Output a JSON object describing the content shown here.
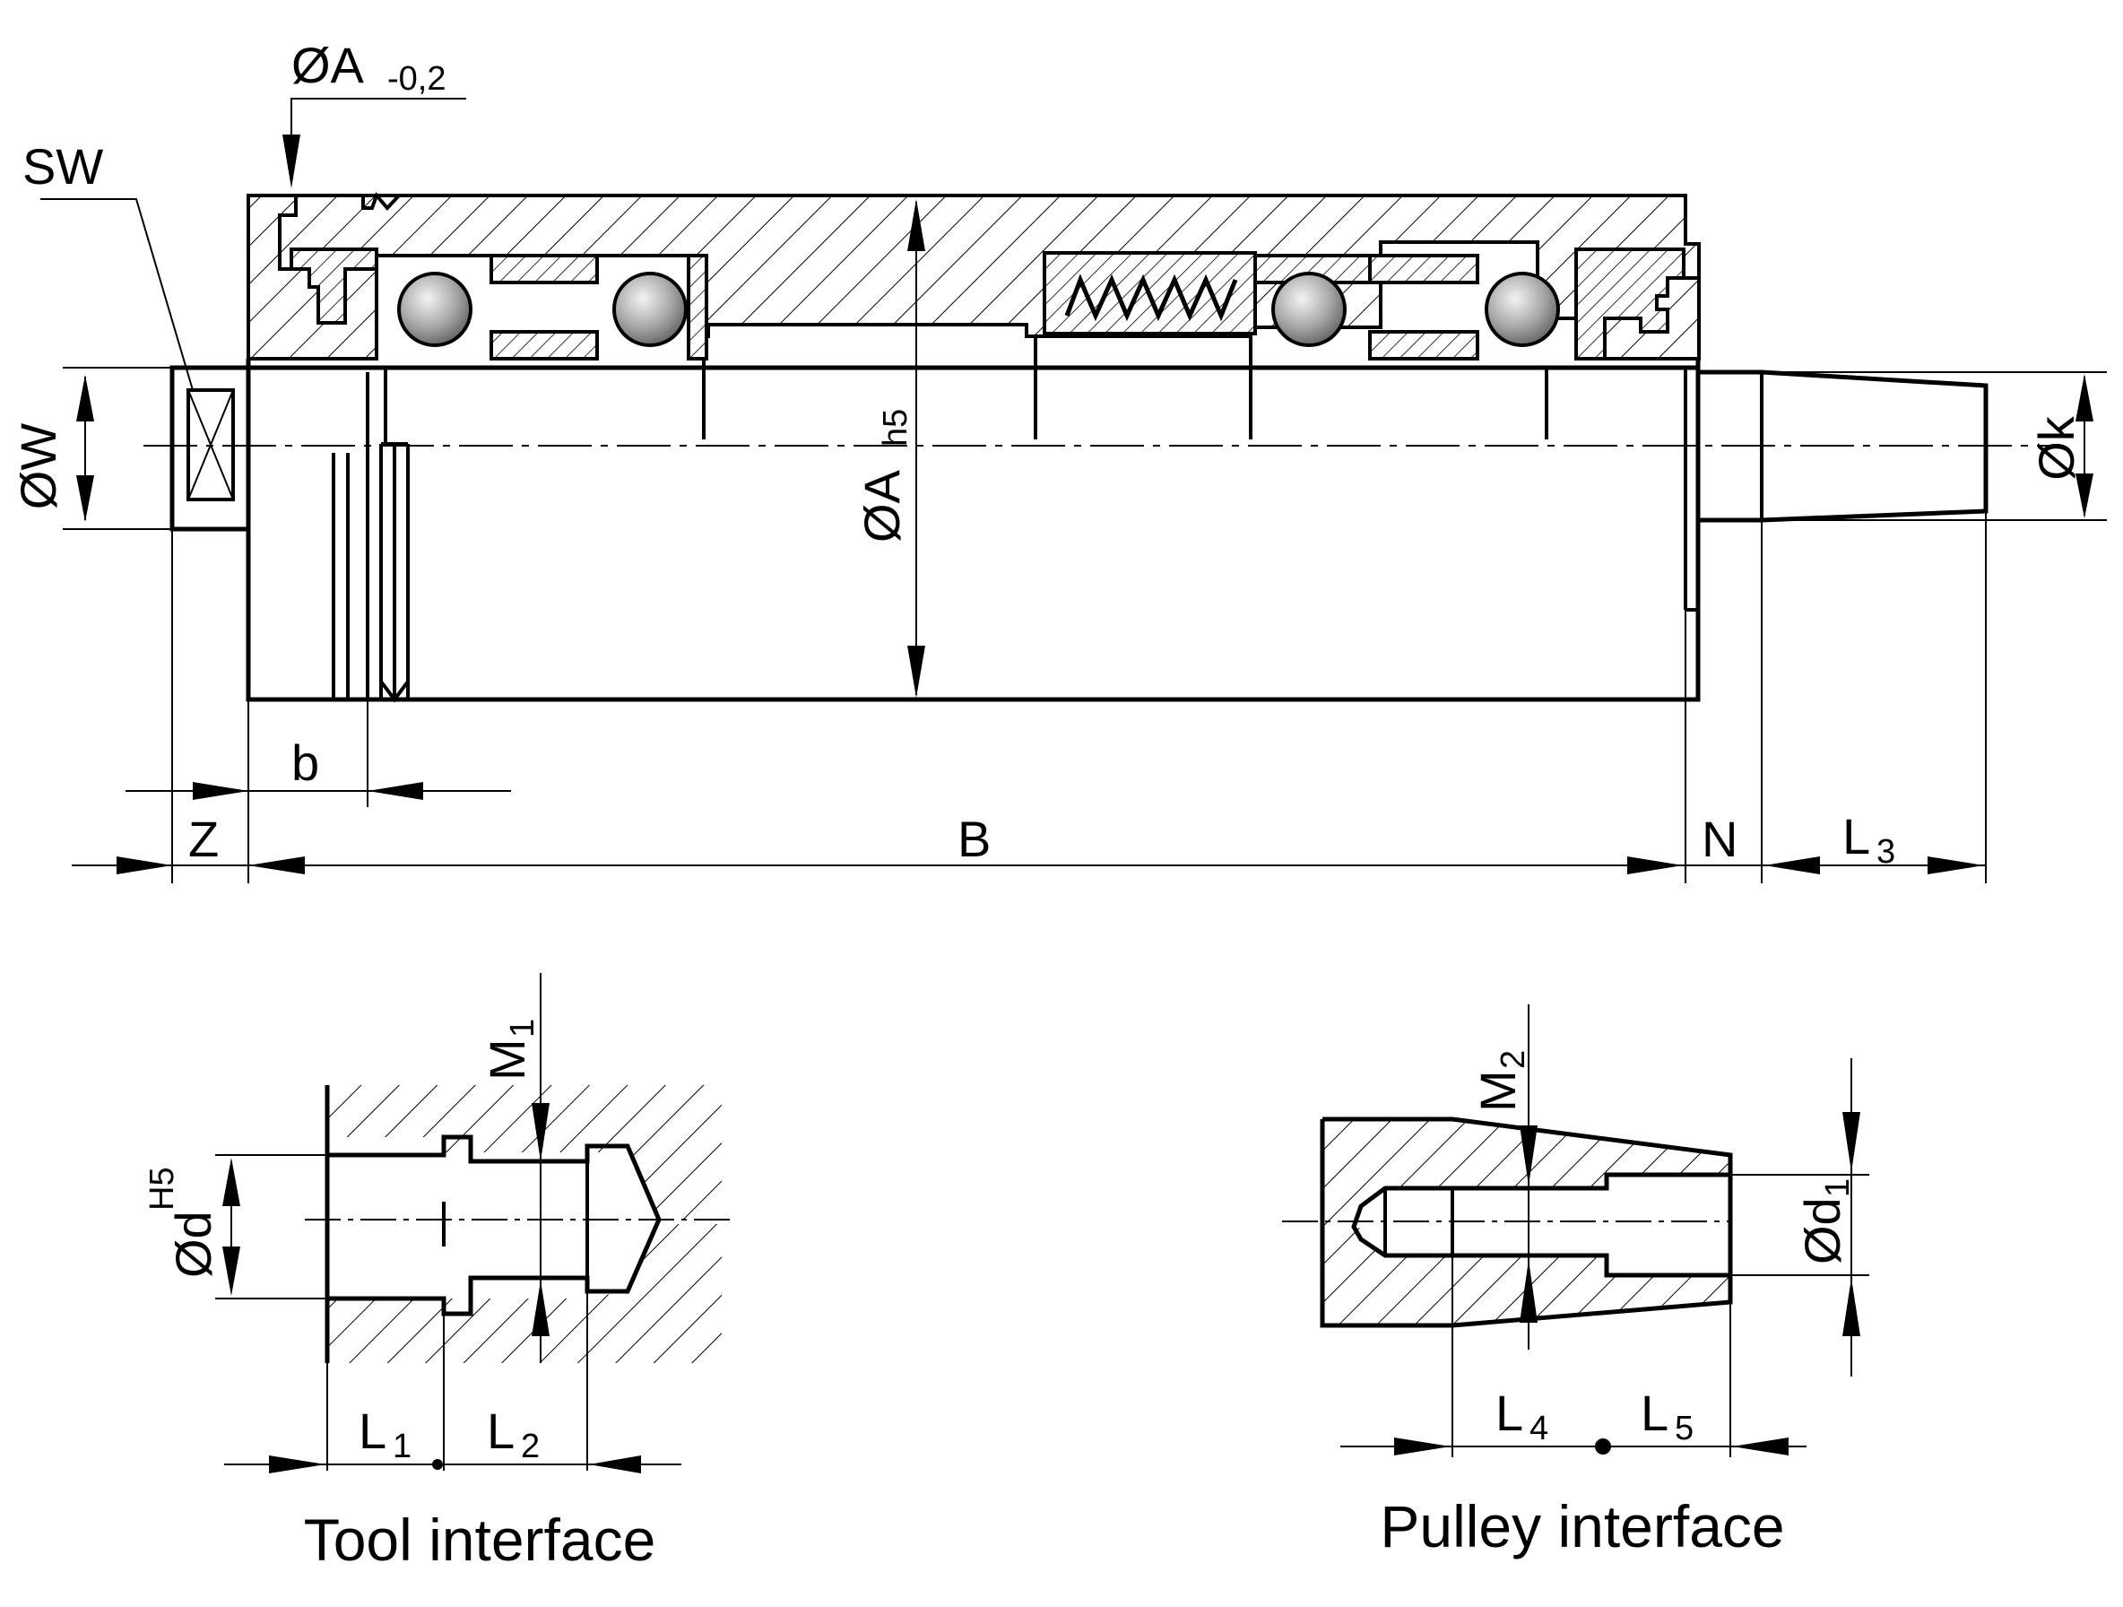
{
  "main_view": {
    "labels": {
      "dia_A_tol": {
        "main": "ØA",
        "sub": "-0,2"
      },
      "sw": "SW",
      "dia_W": "ØW",
      "dia_A_h5": {
        "main": "ØA",
        "sub": "h5"
      },
      "dia_k": "Øk",
      "b": "b",
      "Z": "Z",
      "B": "B",
      "N": "N",
      "L3": {
        "main": "L",
        "sub": "3"
      }
    }
  },
  "tool_interface": {
    "caption": "Tool interface",
    "labels": {
      "M1": {
        "main": "M",
        "sub": "1"
      },
      "dia_d": {
        "main": "Ød",
        "sup": "H5"
      },
      "L1": {
        "main": "L",
        "sub": "1"
      },
      "L2": {
        "main": "L",
        "sub": "2"
      }
    }
  },
  "pulley_interface": {
    "caption": "Pulley interface",
    "labels": {
      "M2": {
        "main": "M",
        "sub": "2"
      },
      "dia_d1": {
        "main": "Ød",
        "sub": "1"
      },
      "L4": {
        "main": "L",
        "sub": "4"
      },
      "L5": {
        "main": "L",
        "sub": "5"
      }
    }
  }
}
